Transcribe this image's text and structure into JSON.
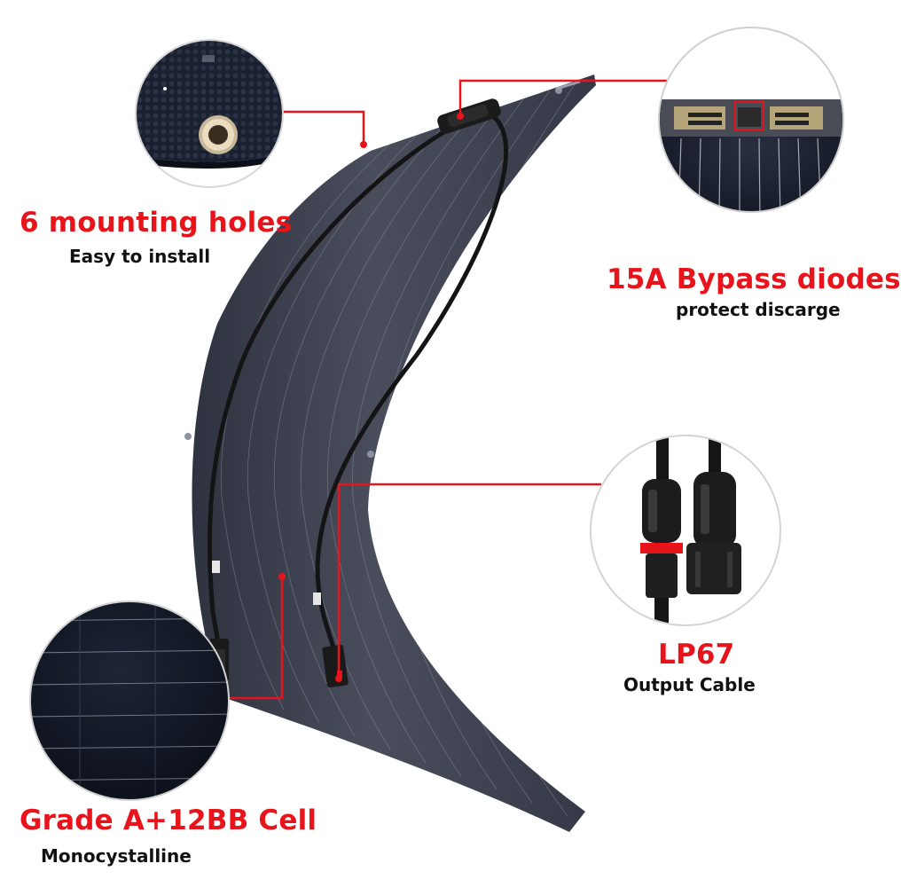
{
  "colors": {
    "accent": "#e8141b",
    "panel": "#3d4150",
    "cell": "#121826",
    "cable": "#141414",
    "text": "#111111"
  },
  "callouts": {
    "mounting": {
      "title": "6 mounting holes",
      "subtitle": "Easy to install"
    },
    "bypass": {
      "title": "15A Bypass diodes",
      "subtitle": "protect discarge"
    },
    "cable": {
      "title": "LP67",
      "subtitle": "Output Cable"
    },
    "cell": {
      "title": "Grade A+12BB Cell",
      "subtitle": "Monocystalline"
    }
  }
}
